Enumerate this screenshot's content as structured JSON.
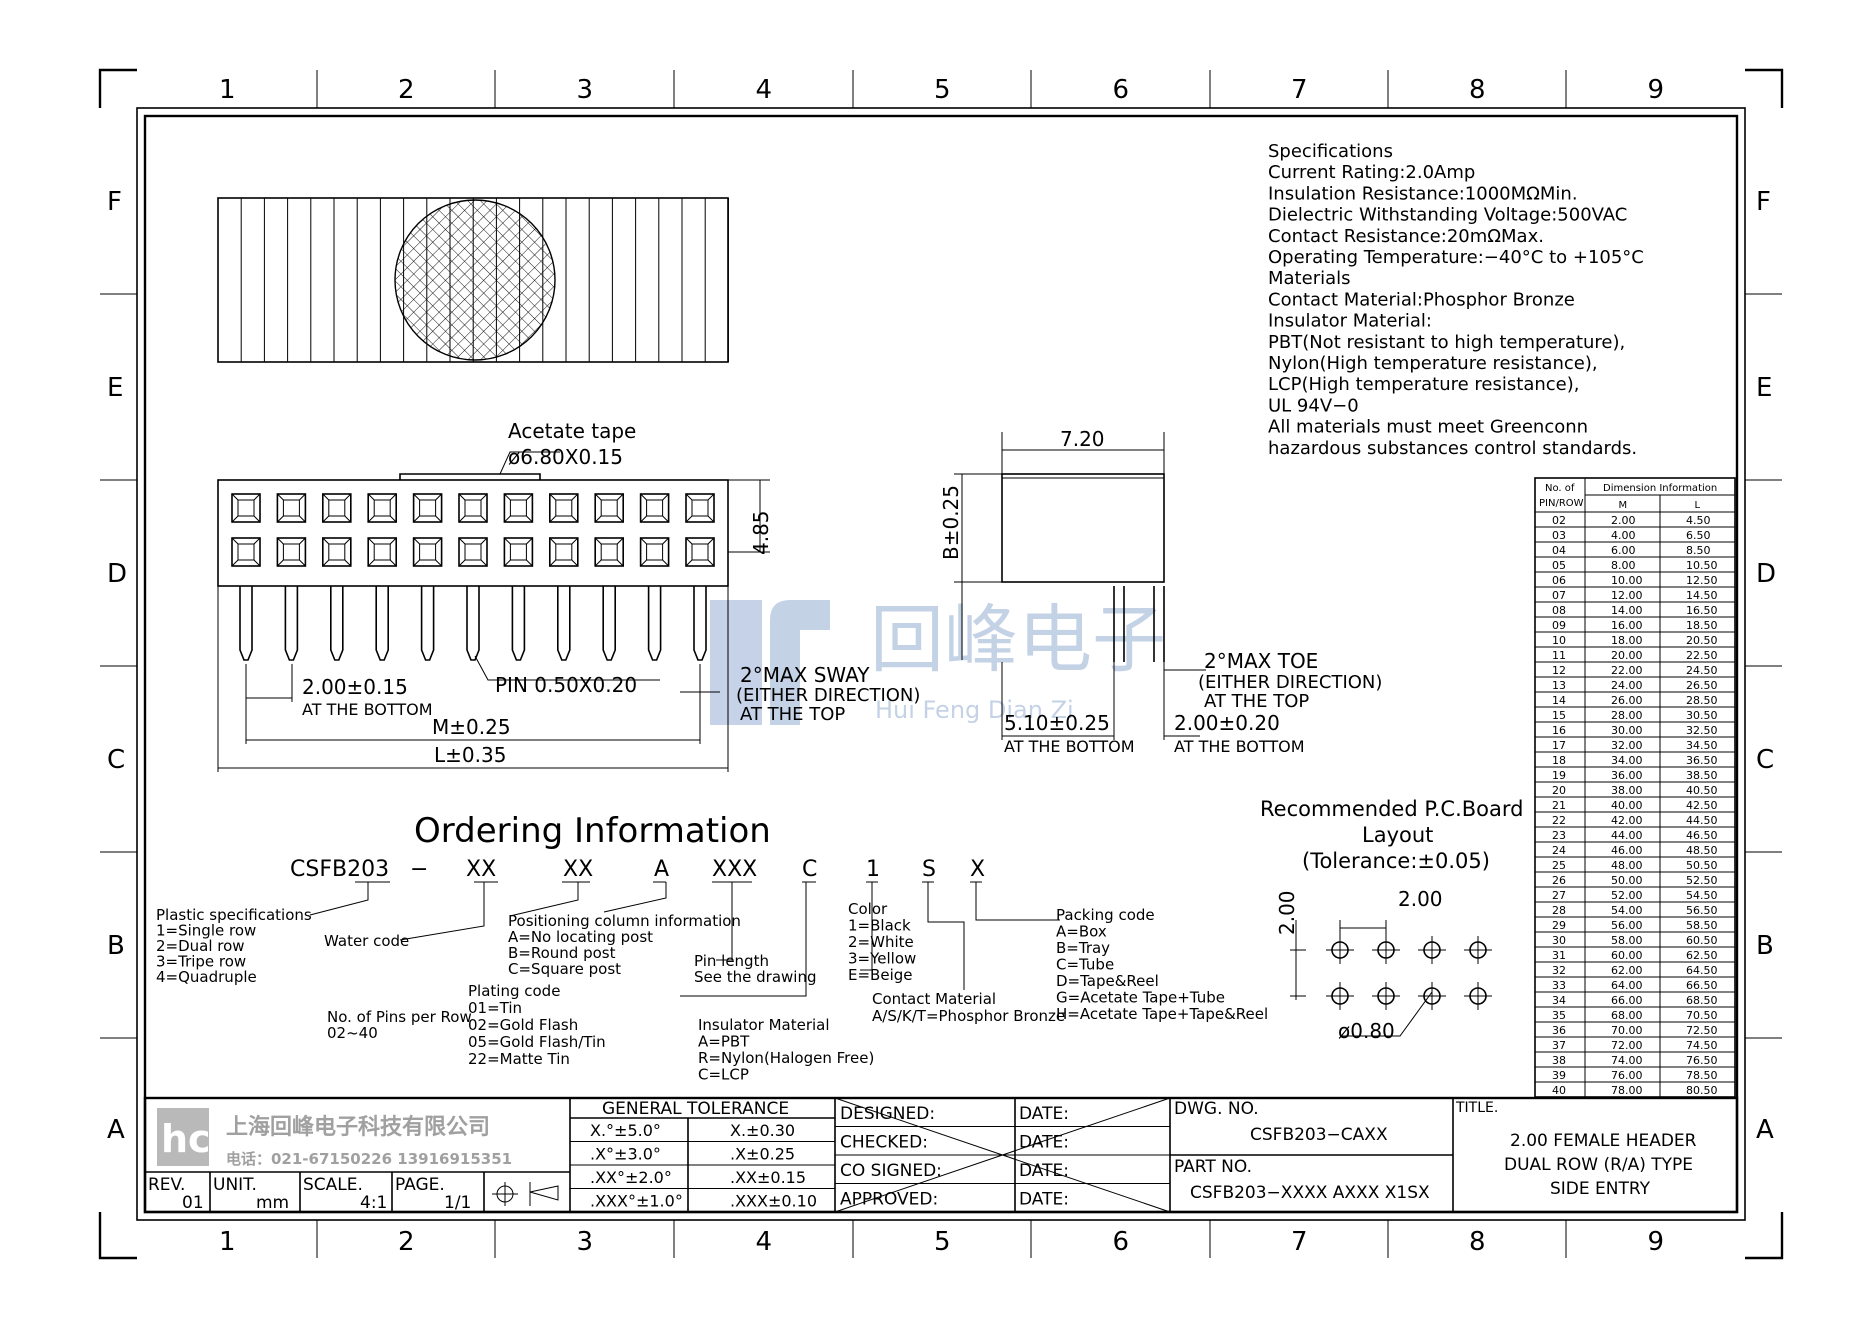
{
  "frame": {
    "columns": [
      "1",
      "2",
      "3",
      "4",
      "5",
      "6",
      "7",
      "8",
      "9"
    ],
    "rows": [
      "F",
      "E",
      "D",
      "C",
      "B",
      "A"
    ]
  },
  "specs": [
    "Specifications",
    "Current  Rating:2.0Amp",
    "Insulation  Resistance:1000MΩMin.",
    "Dielectric  Withstanding  Voltage:500VAC",
    "Contact  Resistance:20mΩMax.",
    "Operating  Temperature:−40°C  to  +105°C",
    "Materials",
    "Contact  Material:Phosphor Bronze",
    "Insulator  Material:",
    "PBT(Not  resistant  to  high  temperature),",
    "Nylon(High  temperature  resistance),",
    "LCP(High  temperature  resistance),",
    "UL  94V−0",
    "All  materials  must  meet  Greenconn",
    "hazardous  substances  control  standards."
  ],
  "front_view": {
    "acetate_label": "Acetate  tape",
    "acetate_dim": "ø6.80X0.15",
    "height_dim": "4.85",
    "pitch_dim": "2.00±0.15",
    "pitch_note": "AT  THE  BOTTOM",
    "pin_dim": "PIN  0.50X0.20",
    "sway_line1": "2°MAX  SWAY",
    "sway_line2": "(EITHER  DIRECTION)",
    "sway_line3": "AT  THE  TOP",
    "m_dim": "M±0.25",
    "l_dim": "L±0.35"
  },
  "side_view": {
    "width_dim": "7.20",
    "b_dim": "B±0.25",
    "toe_line1": "2°MAX  TOE",
    "toe_line2": "(EITHER  DIRECTION)",
    "toe_line3": "AT  THE  TOP",
    "dim_a": "5.10±0.25",
    "dim_a_note": "AT  THE  BOTTOM",
    "dim_b": "2.00±0.20",
    "dim_b_note": "AT  THE  BOTTOM"
  },
  "pcb": {
    "title1": "Recommended  P.C.Board",
    "title2": "Layout",
    "tolerance": "(Tolerance:±0.05)",
    "pitch_h": "2.00",
    "pitch_v": "2.00",
    "hole": "ø0.80"
  },
  "watermark": {
    "cn": "回峰电子",
    "en": "Hui  Feng  Dian  Zi"
  },
  "ordering": {
    "title": "Ordering  Information",
    "code_parts": [
      "CSFB203",
      "−",
      "XX",
      "XX",
      "A",
      "XXX",
      "C",
      "1",
      "S",
      "X"
    ],
    "plastic": [
      "Plastic  specifications",
      "1=Single  row",
      "2=Dual  row",
      "3=Tripe  row",
      "4=Quadruple"
    ],
    "water": "Water  code",
    "pins": [
      "No.  of  Pins  per  Row",
      "02~40"
    ],
    "positioning": [
      "Positioning  column  information",
      "A=No  locating  post",
      "B=Round  post",
      "C=Square  post"
    ],
    "plating": [
      "Plating  code",
      "01=Tin",
      "02=Gold  Flash",
      "05=Gold  Flash/Tin",
      "22=Matte  Tin"
    ],
    "pin_length": [
      "Pin  length",
      "See  the  drawing"
    ],
    "insulator": [
      "Insulator  Material",
      "A=PBT",
      "R=Nylon(Halogen  Free)",
      "C=LCP"
    ],
    "color": [
      "Color",
      "1=Black",
      "2=White",
      "3=Yellow",
      "E=Beige"
    ],
    "contact": [
      "Contact  Material",
      "A/S/K/T=Phosphor  Bronze"
    ],
    "packing": [
      "Packing  code",
      "A=Box",
      "B=Tray",
      "C=Tube",
      "D=Tape&Reel",
      "G=Acetate  Tape+Tube",
      "H=Acetate  Tape+Tape&Reel"
    ]
  },
  "dim_table": {
    "header_pin1": "No.  of",
    "header_pin2": "PIN/ROW",
    "header_dim": "Dimension  Information",
    "header_m": "M",
    "header_l": "L",
    "rows": [
      [
        "02",
        "2.00",
        "4.50"
      ],
      [
        "03",
        "4.00",
        "6.50"
      ],
      [
        "04",
        "6.00",
        "8.50"
      ],
      [
        "05",
        "8.00",
        "10.50"
      ],
      [
        "06",
        "10.00",
        "12.50"
      ],
      [
        "07",
        "12.00",
        "14.50"
      ],
      [
        "08",
        "14.00",
        "16.50"
      ],
      [
        "09",
        "16.00",
        "18.50"
      ],
      [
        "10",
        "18.00",
        "20.50"
      ],
      [
        "11",
        "20.00",
        "22.50"
      ],
      [
        "12",
        "22.00",
        "24.50"
      ],
      [
        "13",
        "24.00",
        "26.50"
      ],
      [
        "14",
        "26.00",
        "28.50"
      ],
      [
        "15",
        "28.00",
        "30.50"
      ],
      [
        "16",
        "30.00",
        "32.50"
      ],
      [
        "17",
        "32.00",
        "34.50"
      ],
      [
        "18",
        "34.00",
        "36.50"
      ],
      [
        "19",
        "36.00",
        "38.50"
      ],
      [
        "20",
        "38.00",
        "40.50"
      ],
      [
        "21",
        "40.00",
        "42.50"
      ],
      [
        "22",
        "42.00",
        "44.50"
      ],
      [
        "23",
        "44.00",
        "46.50"
      ],
      [
        "24",
        "46.00",
        "48.50"
      ],
      [
        "25",
        "48.00",
        "50.50"
      ],
      [
        "26",
        "50.00",
        "52.50"
      ],
      [
        "27",
        "52.00",
        "54.50"
      ],
      [
        "28",
        "54.00",
        "56.50"
      ],
      [
        "29",
        "56.00",
        "58.50"
      ],
      [
        "30",
        "58.00",
        "60.50"
      ],
      [
        "31",
        "60.00",
        "62.50"
      ],
      [
        "32",
        "62.00",
        "64.50"
      ],
      [
        "33",
        "64.00",
        "66.50"
      ],
      [
        "34",
        "66.00",
        "68.50"
      ],
      [
        "35",
        "68.00",
        "70.50"
      ],
      [
        "36",
        "70.00",
        "72.50"
      ],
      [
        "37",
        "72.00",
        "74.50"
      ],
      [
        "38",
        "74.00",
        "76.50"
      ],
      [
        "39",
        "76.00",
        "78.50"
      ],
      [
        "40",
        "78.00",
        "80.50"
      ]
    ]
  },
  "title_block": {
    "company": "上海回峰电子科技有限公司",
    "phone": "电话：021-67150226  13916915351",
    "rev_label": "REV.",
    "rev": "01",
    "unit_label": "UNIT.",
    "unit": "mm",
    "scale_label": "SCALE.",
    "scale": "4:1",
    "page_label": "PAGE.",
    "page": "1/1",
    "tol_header": "GENERAL  TOLERANCE",
    "tol_rows": [
      [
        "X.°±5.0°",
        "X.±0.30"
      ],
      [
        ".X°±3.0°",
        ".X±0.25"
      ],
      [
        ".XX°±2.0°",
        ".XX±0.15"
      ],
      [
        ".XXX°±1.0°",
        ".XXX±0.10"
      ]
    ],
    "signoff": [
      "DESIGNED:",
      "CHECKED:",
      "CO  SIGNED:",
      "APPROVED:"
    ],
    "date_label": "DATE:",
    "dwg_label": "DWG.  NO.",
    "dwg_no": "CSFB203−CAXX",
    "part_label": "PART  NO.",
    "part_no": "CSFB203−XXXX  AXXX  X1SX",
    "title_label": "TITLE.",
    "title_lines": [
      "2.00  FEMALE  HEADER",
      "DUAL  ROW  (R/A)  TYPE",
      "SIDE  ENTRY"
    ]
  }
}
